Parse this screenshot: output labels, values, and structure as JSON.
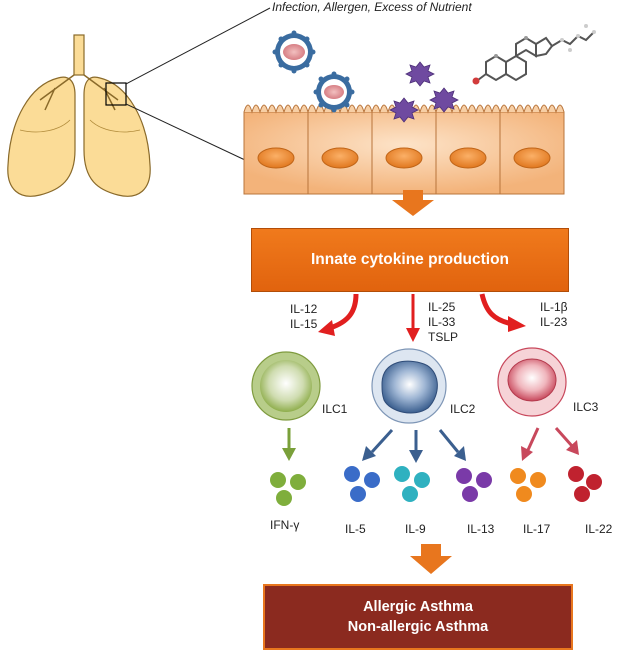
{
  "header": {
    "title": "Infection, Allergen, Excess of Nutrient"
  },
  "innate_box": {
    "label": "Innate cytokine production"
  },
  "signals": {
    "left": "IL-12\nIL-15",
    "center": "IL-25\nIL-33\nTSLP",
    "right": "IL-1β\nIL-23"
  },
  "cells": {
    "ilc1": "ILC1",
    "ilc2": "ILC2",
    "ilc3": "ILC3"
  },
  "cytokines": {
    "ifng": "IFN-γ",
    "il5": "IL-5",
    "il9": "IL-9",
    "il13": "IL-13",
    "il17": "IL-17",
    "il22": "IL-22"
  },
  "outcome_box": {
    "line1": "Allergic Asthma",
    "line2": "Non-allergic Asthma"
  },
  "colors": {
    "orange": "#e8761e",
    "red_arrow": "#e11f1f",
    "ilc1_green": "#8fae4c",
    "ilc2_blue": "#3b5f8f",
    "ilc3_red": "#c8485c",
    "dark_red_box": "#8b2a1f"
  }
}
